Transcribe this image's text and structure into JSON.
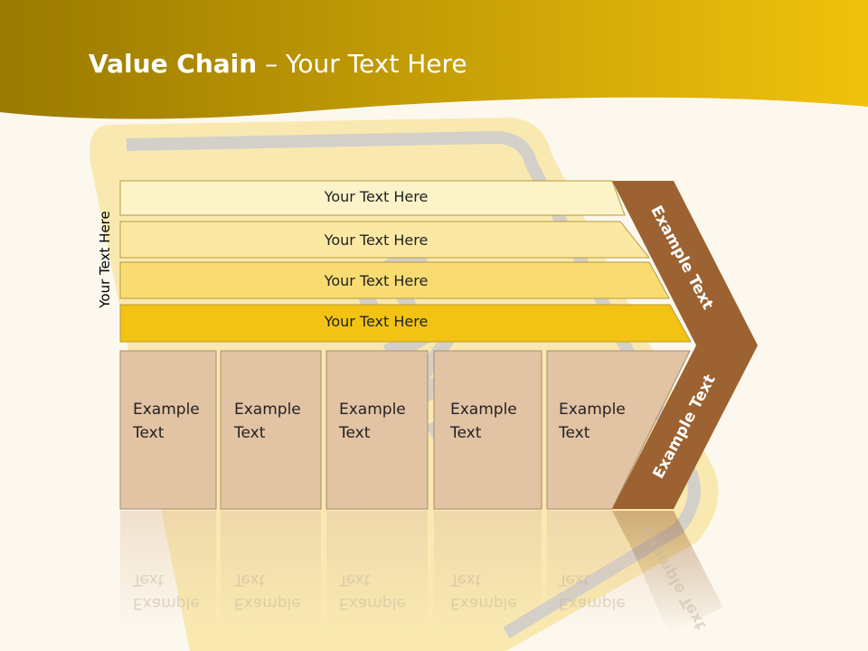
{
  "slide": {
    "title_bold": "Value Chain",
    "title_rest": " – Your Text Here",
    "side_label": "Your Text Here"
  },
  "rows": [
    {
      "label": "Your Text Here",
      "color": "#fdf3c8"
    },
    {
      "label": "Your Text Here",
      "color": "#fbe8a3"
    },
    {
      "label": "Your Text Here",
      "color": "#f8dc72"
    },
    {
      "label": "Your Text Here",
      "color": "#f2c313"
    }
  ],
  "boxes": [
    {
      "line1": "Example",
      "line2": "Text"
    },
    {
      "line1": "Example",
      "line2": "Text"
    },
    {
      "line1": "Example",
      "line2": "Text"
    },
    {
      "line1": "Example",
      "line2": "Text"
    },
    {
      "line1": "Example",
      "line2": "Text"
    }
  ],
  "chevron": {
    "upper_label": "Example Text",
    "lower_label": "Example Text",
    "color": "#9c6231"
  },
  "colors": {
    "header_dark": "#9a7a00",
    "header_light": "#f0c20c",
    "box_fill": "#e2c3a4",
    "background": "#fcf8ee"
  }
}
